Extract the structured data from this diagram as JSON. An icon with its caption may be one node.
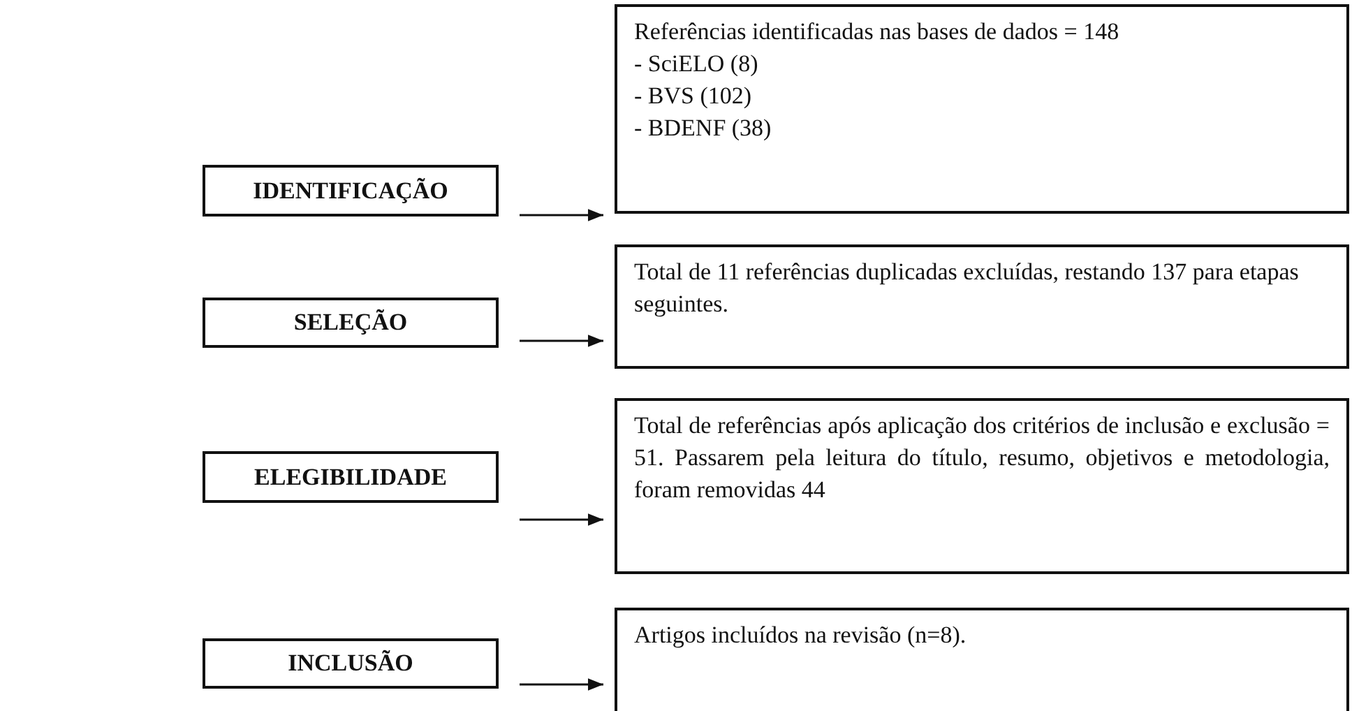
{
  "diagram": {
    "nodes": [
      {
        "text": [
          "IDENTIFICAÇÃO"
        ]
      },
      {
        "text": [
          "Referências identificadas nas bases de dados = 148",
          "- SciELO (8)",
          "- BVS (102)",
          "- BDENF (38)"
        ]
      },
      {
        "text": [
          "SELEÇÃO"
        ]
      },
      {
        "text": [
          "Total de 11 referências duplicadas excluídas, restando 137 para etapas seguintes."
        ]
      },
      {
        "text": [
          "ELEGIBILIDADE"
        ]
      },
      {
        "text": [
          "Total de referências após aplicação dos critérios de inclusão e exclusão = 51. Passarem pela leitura do título, resumo, objetivos e metodologia, foram removidas 44"
        ]
      },
      {
        "text": [
          "INCLUSÃO"
        ]
      },
      {
        "text": [
          "Artigos incluídos na revisão (n=8)."
        ]
      }
    ],
    "edges": [
      {
        "from": 0,
        "to": 1,
        "arrow": "to"
      },
      {
        "from": 2,
        "to": 3,
        "arrow": "to"
      },
      {
        "from": 4,
        "to": 5,
        "arrow": "to"
      },
      {
        "from": 6,
        "to": 7,
        "arrow": "to"
      }
    ]
  }
}
